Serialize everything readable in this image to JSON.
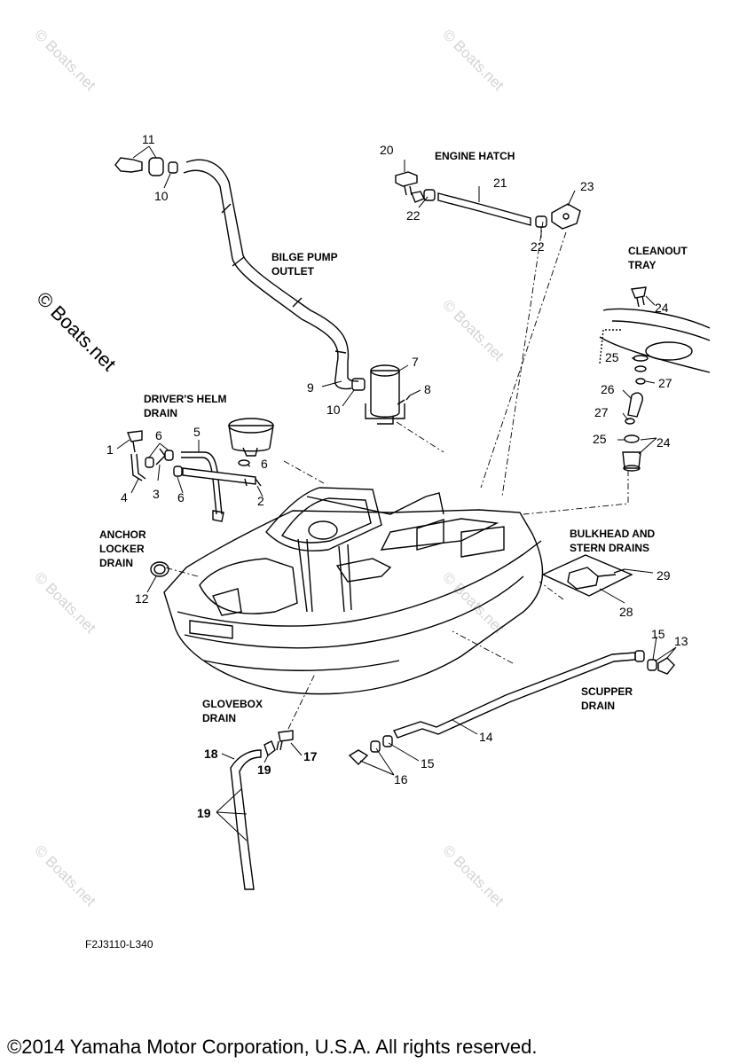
{
  "watermark": {
    "text": "© Boats.net"
  },
  "diagram_code": "F2J3110-L340",
  "copyright": "©2014 Yamaha Motor Corporation, U.S.A. All rights reserved.",
  "sections": {
    "engine_hatch": [
      "ENGINE HATCH"
    ],
    "bilge_pump_outlet": [
      "BILGE PUMP",
      "OUTLET"
    ],
    "cleanout_tray": [
      "CLEANOUT",
      "TRAY"
    ],
    "drivers_helm_drain": [
      "DRIVER'S HELM",
      "DRAIN"
    ],
    "anchor_locker_drain": [
      "ANCHOR",
      "LOCKER",
      "DRAIN"
    ],
    "bulkhead_stern_drains": [
      "BULKHEAD AND",
      "STERN DRAINS"
    ],
    "glovebox_drain": [
      "GLOVEBOX",
      "DRAIN"
    ],
    "scupper_drain": [
      "SCUPPER",
      "DRAIN"
    ]
  },
  "callouts": {
    "c11": "11",
    "c10a": "10",
    "c20": "20",
    "c21": "21",
    "c23": "23",
    "c22a": "22",
    "c22b": "22",
    "c24a": "24",
    "c25a": "25",
    "c27a": "27",
    "c26": "26",
    "c27b": "27",
    "c25b": "25",
    "c24b": "24",
    "c7": "7",
    "c8": "8",
    "c9": "9",
    "c10b": "10",
    "c1": "1",
    "c6a": "6",
    "c5": "5",
    "c6b": "6",
    "c4": "4",
    "c3": "3",
    "c6c": "6",
    "c2": "2",
    "c12": "12",
    "c29": "29",
    "c28": "28",
    "c15a": "15",
    "c13": "13",
    "c14": "14",
    "c15b": "15",
    "c16": "16",
    "c18": "18",
    "c17": "17",
    "c19a": "19",
    "c19b": "19"
  }
}
